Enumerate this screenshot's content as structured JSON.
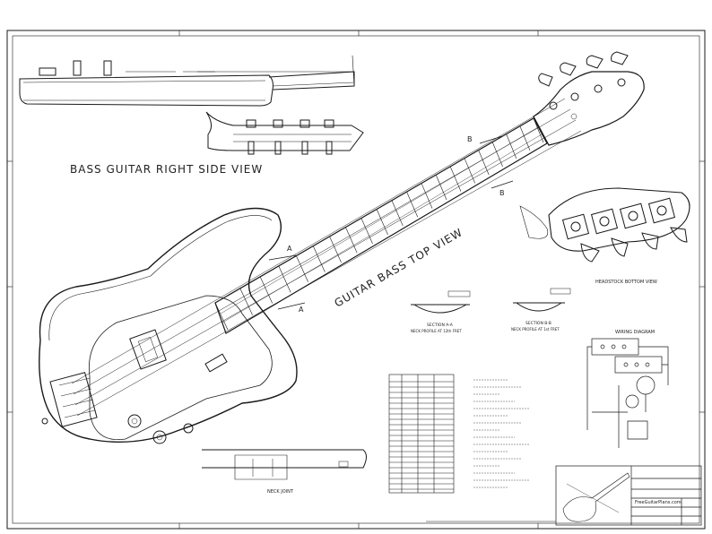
{
  "labels": {
    "right_side_view": "BASS GUITAR RIGHT SIDE VIEW",
    "top_view": "GUITAR BASS TOP VIEW",
    "headstock_bottom_view": "HEADSTOCK BOTTOM VIEW",
    "wiring_diagram": "WIRING DIAGRAM",
    "neck_joint": "NECK JOINT",
    "section_aa": "SECTION A-A",
    "section_aa_note": "NECK PROFILE AT 12th FRET",
    "section_bb": "SECTION B-B",
    "section_bb_note": "NECK PROFILE AT 1st FRET",
    "section_markers": [
      "A",
      "A",
      "B",
      "B"
    ],
    "title_block_site": "FreeGuitarPlans.com"
  },
  "colors": {
    "line": "#1a1a1a",
    "paper": "#ffffff"
  }
}
